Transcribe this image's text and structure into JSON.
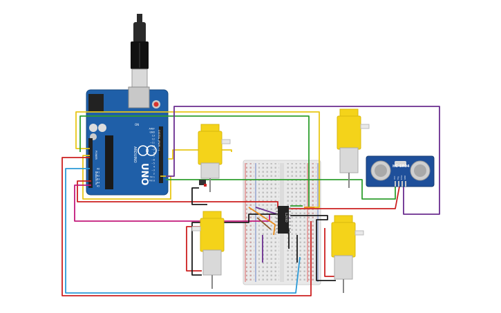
{
  "arduino": {
    "brand": "UNO",
    "maker": "ARDUINO",
    "digital_label": "DIGITAL (PWM ~)",
    "power_label": "POWER",
    "analog_label": "ANALOG IN",
    "on_label": "ON",
    "pins_digital": [
      "AREF",
      "GND",
      "13",
      "12",
      "~11",
      "~10",
      "~9",
      "8",
      "7",
      "~6",
      "~5",
      "4",
      "~3",
      "2",
      "TX 1",
      "RX 0"
    ],
    "pins_analog": [
      "A0",
      "A1",
      "A2",
      "A3",
      "A4",
      "A5"
    ]
  },
  "sensor": {
    "label": "HC-SR04",
    "pins": [
      "VCC",
      "Trig",
      "Echo",
      "GND"
    ]
  },
  "chip": {
    "label": "L293D"
  },
  "colors": {
    "board": "#1f5fa8",
    "motor": "#f4d31a",
    "sensor": "#1e4f9a",
    "wire_yellow": "#e8c616",
    "wire_green": "#2e9e2e",
    "wire_purple": "#6a2c8f",
    "wire_red": "#cc1f1f",
    "wire_magenta": "#c2187a",
    "wire_blue": "#2a9ad8",
    "wire_black": "#1a1a1a",
    "wire_orange": "#e88a1a",
    "wire_brown": "#8a5a2a"
  }
}
